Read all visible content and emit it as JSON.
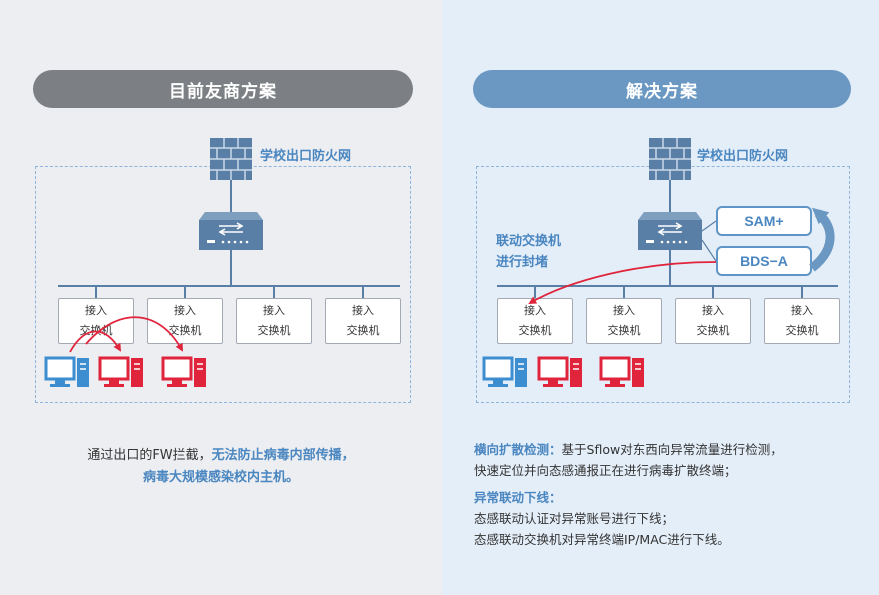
{
  "left": {
    "header": "目前友商方案",
    "fw_label": "学校出口防火网",
    "switches": [
      {
        "line1": "接入",
        "line2": "交换机"
      },
      {
        "line1": "接入",
        "line2": "交换机"
      },
      {
        "line1": "接入",
        "line2": "交换机"
      },
      {
        "line1": "接入",
        "line2": "交换机"
      }
    ],
    "desc": {
      "part1": "通过出口的FW拦截，",
      "part2_highlight": "无法防止病毒内部传播，",
      "line2_highlight": "病毒大规模感染校内主机。"
    }
  },
  "right": {
    "header": "解决方案",
    "fw_label": "学校出口防火网",
    "sam_label": "SAM+",
    "bds_label": "BDS−A",
    "block_label_line1": "联动交换机",
    "block_label_line2": "进行封堵",
    "switches": [
      {
        "line1": "接入",
        "line2": "交换机"
      },
      {
        "line1": "接入",
        "line2": "交换机"
      },
      {
        "line1": "接入",
        "line2": "交换机"
      },
      {
        "line1": "接入",
        "line2": "交换机"
      }
    ],
    "desc": {
      "item1_title": "横向扩散检测：",
      "item1_text1": "基于Sflow对东西向异常流量进行检测，",
      "item1_text2": "快速定位并向态感通报正在进行病毒扩散终端；",
      "item2_title": "异常联动下线：",
      "item2_text1": "态感联动认证对异常账号进行下线；",
      "item2_text2": "态感联动交换机对异常终端IP/MAC进行下线。"
    }
  },
  "colors": {
    "infected": "#e0243c",
    "healthy": "#3d8ed0",
    "accent_blue": "#4a86c0",
    "device_blue": "#5a7fa6"
  }
}
